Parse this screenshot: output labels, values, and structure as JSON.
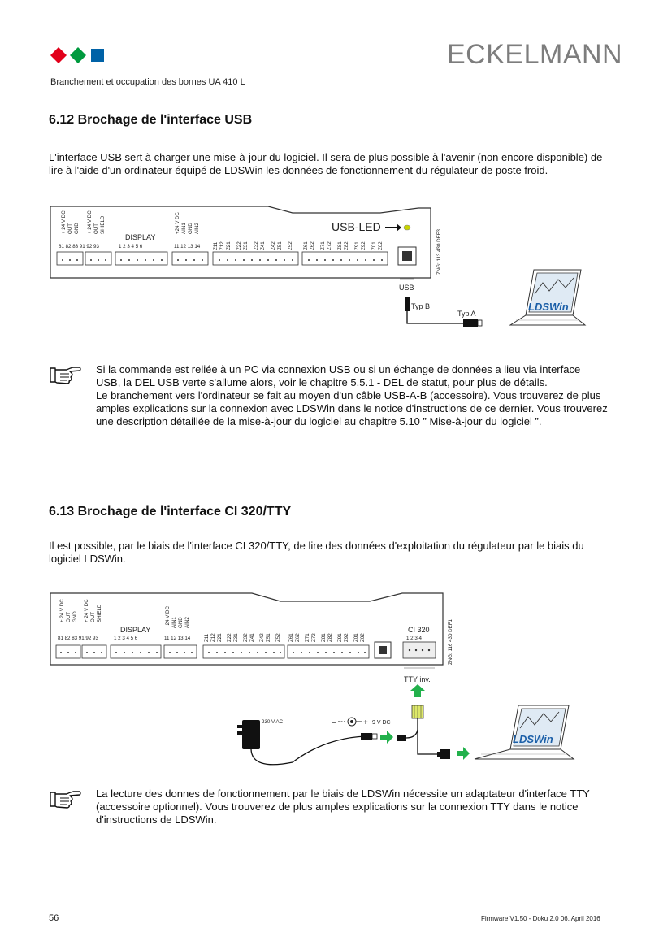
{
  "header": {
    "brand": "ECKELMANN",
    "subtitle": "Branchement et occupation des bornes UA 410 L",
    "logo_colors": [
      "#e2001a",
      "#009a3e",
      "#0062a7"
    ]
  },
  "section_usb": {
    "title": "6.12 Brochage de l'interface USB",
    "intro": "L'interface USB sert à charger une mise-à-jour du logiciel. Il sera de plus possible à l'avenir (non encore disponible) de lire à l'aide d'un ordinateur équipé de LDSWin les données de fonctionnement du régulateur de poste froid.",
    "note_p1": "Si la commande est reliée à un PC via connexion USB ou si un échange de données a lieu via interface USB, la DEL USB verte s'allume alors, voir le chapitre 5.5.1 - DEL de statut, pour plus de détails.",
    "note_p2": "Le branchement vers l'ordinateur se fait au moyen d'un câble USB-A-B (accessoire). Vous trouverez de plus amples explications sur la connexion avec LDSWin dans le notice d'instructions de ce dernier. Vous trouverez une description détaillée de la mise-à-jour du logiciel au chapitre 5.10 ” Mise-à-jour du logiciel ”.",
    "diagram": {
      "power_labels": [
        "+ 24 V DC",
        "OUT",
        "GND",
        "+ 24 V DC",
        "OUT",
        "SHIELD"
      ],
      "display_label": "DISPLAY",
      "ain_labels": [
        "+24 V DC",
        "AIN1",
        "GND",
        "AIN2"
      ],
      "z_labels_a": [
        "Z11",
        "Z12",
        "Z21",
        "Z22",
        "Z31",
        "Z32",
        "Z41",
        "Z42",
        "Z51",
        "Z52"
      ],
      "z_labels_b": [
        "Z61",
        "Z62",
        "Z71",
        "Z72",
        "Z81",
        "Z82",
        "Z91",
        "Z92",
        "Z01",
        "Z02"
      ],
      "num_group1": "81  82  83  91  92  93",
      "num_group2": "1   2   3   4   5   6",
      "num_group3": "11  12  13  14",
      "usb_led": "USB-LED",
      "drawing_no": "ZNG: 113 430 DEF3",
      "usb_label": "USB",
      "typ_b": "Typ B",
      "typ_a": "Typ A",
      "ldswin": "LDSWin",
      "led_color": "#c8d400"
    }
  },
  "section_tty": {
    "title": "6.13 Brochage de l'interface CI 320/TTY",
    "intro": "Il est possible, par le biais de l'interface CI 320/TTY, de lire des données d'exploitation du régulateur par le biais du logiciel LDSWin.",
    "note": "La lecture des donnes de fonctionnement par le biais de LDSWin nécessite un adaptateur d'interface TTY (accessoire optionnel). Vous trouverez de plus amples explications sur la connexion TTY dans le notice d'instructions de LDSWin.",
    "diagram": {
      "ci_label": "CI 320",
      "ci_nums": "1   2   3   4",
      "drawing_no": "ZNG: 116 430 DEF1",
      "tty_label": "TTY inv.",
      "ac_label": "230 V AC",
      "dc_label": "9 V DC",
      "dc_polarity_minus": "–",
      "dc_polarity_plus": "+",
      "ldswin": "LDSWin",
      "arrow_color": "#22b14c"
    }
  },
  "footer": {
    "page": "56",
    "version": "Firmware V1.50 - Doku 2.0   06. April 2016"
  }
}
